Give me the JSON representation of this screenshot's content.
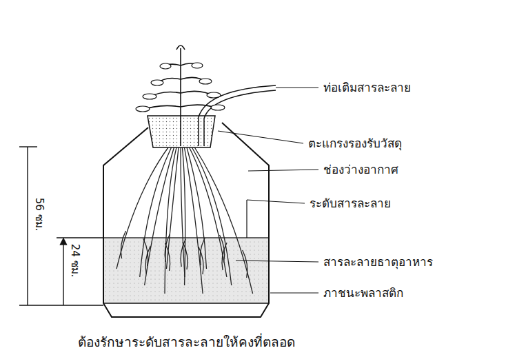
{
  "diagram": {
    "caption": "ต้องรักษาระดับสารละลายให้คงที่ตลอด",
    "labels": [
      "ท่อเติมสารละลาย",
      "ตะแกรงรองรับวัสดุ",
      "ช่องว่างอากาศ",
      "ระดับสารละลาย",
      "สารละลายธาตุอาหาร",
      "ภาชนะพลาสติก",
      "56 ซม.",
      "24 ซม."
    ]
  }
}
